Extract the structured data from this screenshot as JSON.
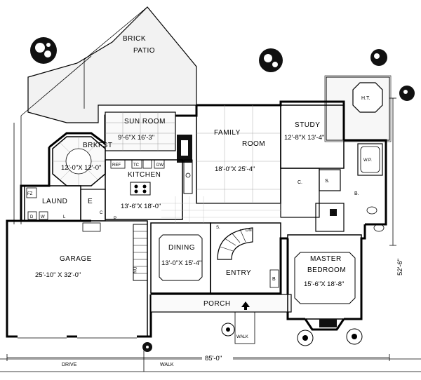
{
  "rooms": {
    "brick_patio": {
      "name_line1": "BRICK",
      "name_line2": "PATIO"
    },
    "sun_room": {
      "name": "SUN ROOM",
      "dims": "9'-6\"X 16'-3\""
    },
    "family_room": {
      "name_line1": "FAMILY",
      "name_line2": "ROOM",
      "dims": "18'-0\"X 25'-4\""
    },
    "study": {
      "name": "STUDY",
      "dims": "12'-8\"X 13'-4\""
    },
    "hot_tub": {
      "name": "H.T."
    },
    "whirlpool": {
      "name": "W.P."
    },
    "brkfst": {
      "name": "BRKFST",
      "dims": "12'-0\"X 12'-0\""
    },
    "kitchen": {
      "name": "KITCHEN",
      "dims": "13'-6\"X 18'-0\""
    },
    "laund": {
      "name": "LAUND"
    },
    "garage": {
      "name": "GARAGE",
      "dims": "25'-10\" X 32'-0\""
    },
    "dining": {
      "name": "DINING",
      "dims": "13'-0\"X 15'-4\""
    },
    "entry": {
      "name": "ENTRY"
    },
    "porch": {
      "name": "PORCH"
    },
    "master_bedroom": {
      "name_line1": "MASTER",
      "name_line2": "BEDROOM",
      "dims": "15'-6\"X 18'-8\""
    }
  },
  "labels": {
    "ref": "REF",
    "tc": "TC",
    "dw": "DW",
    "fz": "FZ",
    "e": "E",
    "c": "C.",
    "s": "S.",
    "s_small": "S",
    "b": "B.",
    "b_lower": "B",
    "s_entry": "S.",
    "dn": "DN",
    "dn_garage": "DN",
    "walk_front": "WALK",
    "walk_bottom": "WALK",
    "drive": "DRIVE",
    "d": "D",
    "w": "W",
    "l": "L",
    "p": "P",
    "c_small": "C"
  },
  "dimensions": {
    "width_total": "85'-0\"",
    "depth_total": "52'-6\""
  }
}
